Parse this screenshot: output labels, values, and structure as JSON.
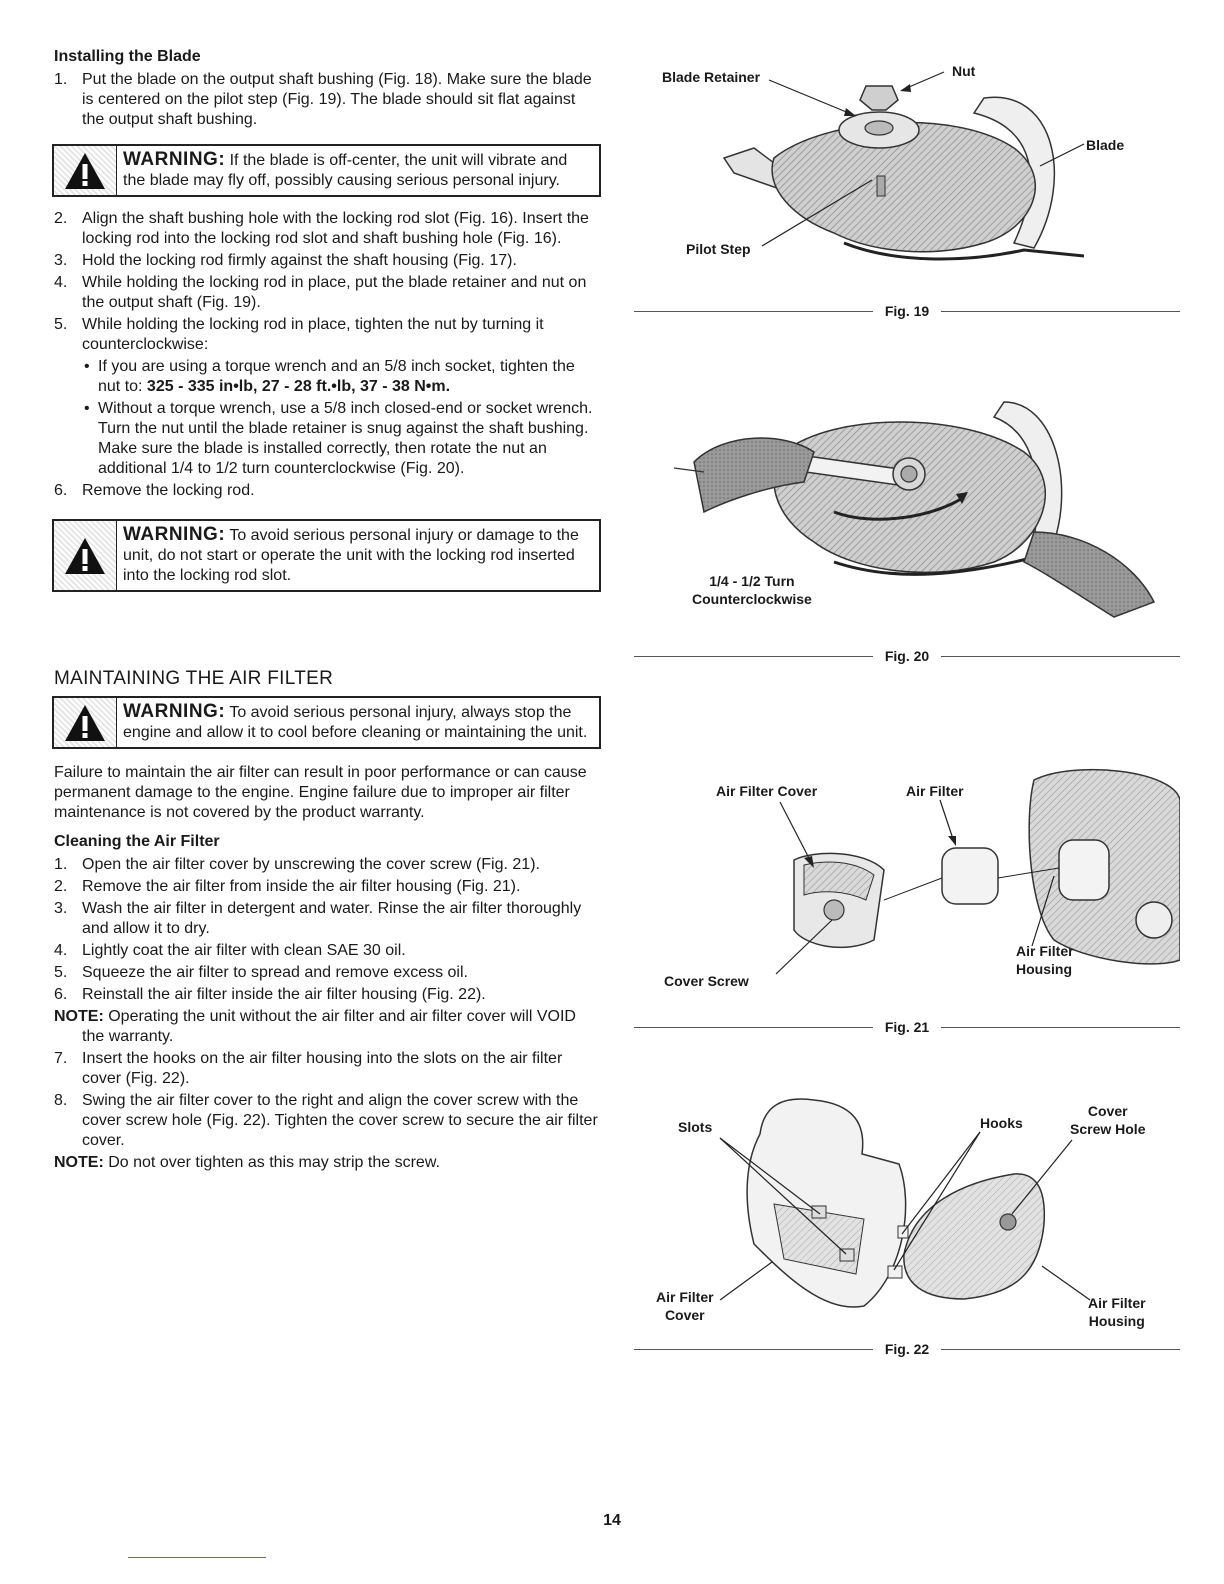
{
  "installing": {
    "heading": "Installing the Blade",
    "step1": "Put the blade on the output shaft bushing (Fig. 18). Make sure the blade is centered on the pilot step (Fig. 19). The blade should sit flat against the output shaft bushing.",
    "warning1_title": "WARNING:",
    "warning1_text": " If the blade is off-center, the unit will vibrate and the blade may fly off, possibly causing serious personal injury.",
    "step2": "Align the shaft bushing hole with the locking rod slot (Fig. 16). Insert the locking rod into the locking rod slot and shaft bushing hole (Fig. 16).",
    "step3": "Hold the locking rod firmly against the shaft housing (Fig. 17).",
    "step4": "While holding the locking rod in place, put the blade retainer and nut on the output shaft (Fig. 19).",
    "step5": "While holding the locking rod in place, tighten the nut by turning it counterclockwise:",
    "bullet1_text": "If you are using a torque wrench and an 5/8 inch socket, tighten the nut to: ",
    "bullet1_bold": "325 - 335 in•lb, 27 - 28 ft.•lb, 37 - 38 N•m.",
    "bullet2": "Without a torque wrench, use a 5/8 inch closed-end or socket wrench. Turn the nut until the blade retainer is snug against the shaft bushing. Make sure the blade is installed correctly, then rotate the nut an additional 1/4 to 1/2 turn counterclockwise (Fig. 20).",
    "step6": "Remove the locking rod.",
    "warning2_title": "WARNING:",
    "warning2_text": " To avoid serious personal injury or damage to the unit, do not start or operate the unit with the locking rod inserted into the locking rod slot."
  },
  "air_filter": {
    "heading": "MAINTAINING THE AIR FILTER",
    "warning_title": "WARNING:",
    "warning_text": " To avoid serious personal injury, always stop the engine and allow it to cool before cleaning or maintaining the unit.",
    "intro": "Failure to maintain the air filter can result in poor performance or can cause permanent damage to the engine. Engine failure due to improper air filter maintenance is not covered by the product warranty.",
    "sub_heading": "Cleaning the Air Filter",
    "step1": "Open the air filter cover by unscrewing the cover screw (Fig. 21).",
    "step2": "Remove the air filter from inside the air filter housing (Fig. 21).",
    "step3": "Wash the air filter in detergent and water. Rinse the air filter thoroughly and allow it to dry.",
    "step4": "Lightly coat the air filter with clean SAE 30 oil.",
    "step5": "Squeeze the air filter to spread and remove excess oil.",
    "step6": "Reinstall the air filter inside the air filter housing (Fig. 22).",
    "note1_label": "NOTE:",
    "note1_text": " Operating the unit without the air filter and air filter cover will VOID the warranty.",
    "step7": "Insert the hooks on the air filter housing into the slots on the air filter cover (Fig. 22).",
    "step8": "Swing the air filter cover to the right and align the cover screw with the cover screw hole (Fig. 22). Tighten the cover screw to secure the air filter cover.",
    "note2_label": "NOTE:",
    "note2_text": " Do not over tighten as this may strip the screw."
  },
  "numbers": [
    "1.",
    "2.",
    "3.",
    "4.",
    "5.",
    "6.",
    "7.",
    "8."
  ],
  "fig19": {
    "caption": "Fig. 19",
    "blade_retainer": "Blade Retainer",
    "nut": "Nut",
    "blade": "Blade",
    "pilot_step": "Pilot Step"
  },
  "fig20": {
    "caption": "Fig. 20",
    "turn_line1": "1/4 - 1/2 Turn",
    "turn_line2": "Counterclockwise"
  },
  "fig21": {
    "caption": "Fig. 21",
    "air_filter_cover": "Air Filter Cover",
    "air_filter": "Air Filter",
    "cover_screw": "Cover Screw",
    "housing_line1": "Air Filter",
    "housing_line2": "Housing"
  },
  "fig22": {
    "caption": "Fig. 22",
    "slots": "Slots",
    "hooks": "Hooks",
    "cover_hole_line1": "Cover",
    "cover_hole_line2": "Screw Hole",
    "cover_line1": "Air Filter",
    "cover_line2": "Cover",
    "housing_line1": "Air Filter",
    "housing_line2": "Housing"
  },
  "page_number": "14"
}
